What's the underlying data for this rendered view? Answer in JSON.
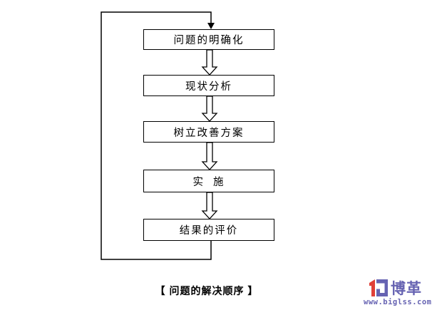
{
  "diagram": {
    "caption": "【 问题的解决顺序 】",
    "boxes": [
      {
        "label": "问题的明确化"
      },
      {
        "label": "现状分析"
      },
      {
        "label": "树立改善方案"
      },
      {
        "label": "实  施"
      },
      {
        "label": "结果的评价"
      }
    ]
  },
  "logo": {
    "brand": "博革",
    "url": "www.biglss.com",
    "colors": {
      "red": "#e04038",
      "purple": "#6663b2"
    }
  },
  "colors": {
    "line": "#000000",
    "box_border": "#000000",
    "box_fill": "#ffffff",
    "background": "#ffffff"
  }
}
